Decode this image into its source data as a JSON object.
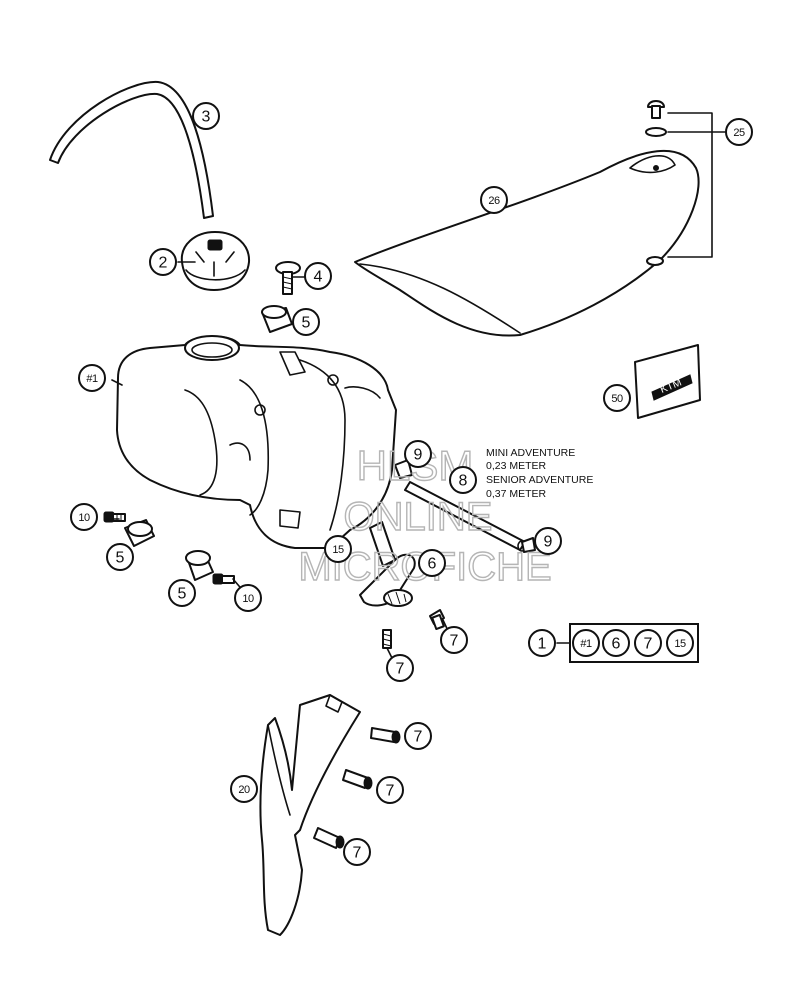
{
  "callouts": [
    {
      "id": "c3",
      "label": "3"
    },
    {
      "id": "c2",
      "label": "2"
    },
    {
      "id": "c4",
      "label": "4"
    },
    {
      "id": "c5a",
      "label": "5"
    },
    {
      "id": "c1t",
      "label": "#1"
    },
    {
      "id": "c25",
      "label": "25"
    },
    {
      "id": "c26",
      "label": "26"
    },
    {
      "id": "c50",
      "label": "50"
    },
    {
      "id": "c9a",
      "label": "9"
    },
    {
      "id": "c8",
      "label": "8"
    },
    {
      "id": "c9b",
      "label": "9"
    },
    {
      "id": "c10a",
      "label": "10"
    },
    {
      "id": "c5b",
      "label": "5"
    },
    {
      "id": "c5c",
      "label": "5"
    },
    {
      "id": "c10b",
      "label": "10"
    },
    {
      "id": "c15",
      "label": "15"
    },
    {
      "id": "c6",
      "label": "6"
    },
    {
      "id": "c7a",
      "label": "7"
    },
    {
      "id": "c7b",
      "label": "7"
    },
    {
      "id": "c7c",
      "label": "7"
    },
    {
      "id": "c7d",
      "label": "7"
    },
    {
      "id": "c7e",
      "label": "7"
    },
    {
      "id": "c20",
      "label": "20"
    }
  ],
  "assembly": {
    "label": "1",
    "members": [
      "#1",
      "6",
      "7",
      "15"
    ]
  },
  "notes": [
    "MINI ADVENTURE",
    "0,23 METER",
    "SENIOR ADVENTURE",
    "0,37 METER"
  ],
  "watermark": [
    "HLSM",
    "ONLINE",
    "MICROFICHE"
  ],
  "decal_text": "KTM"
}
